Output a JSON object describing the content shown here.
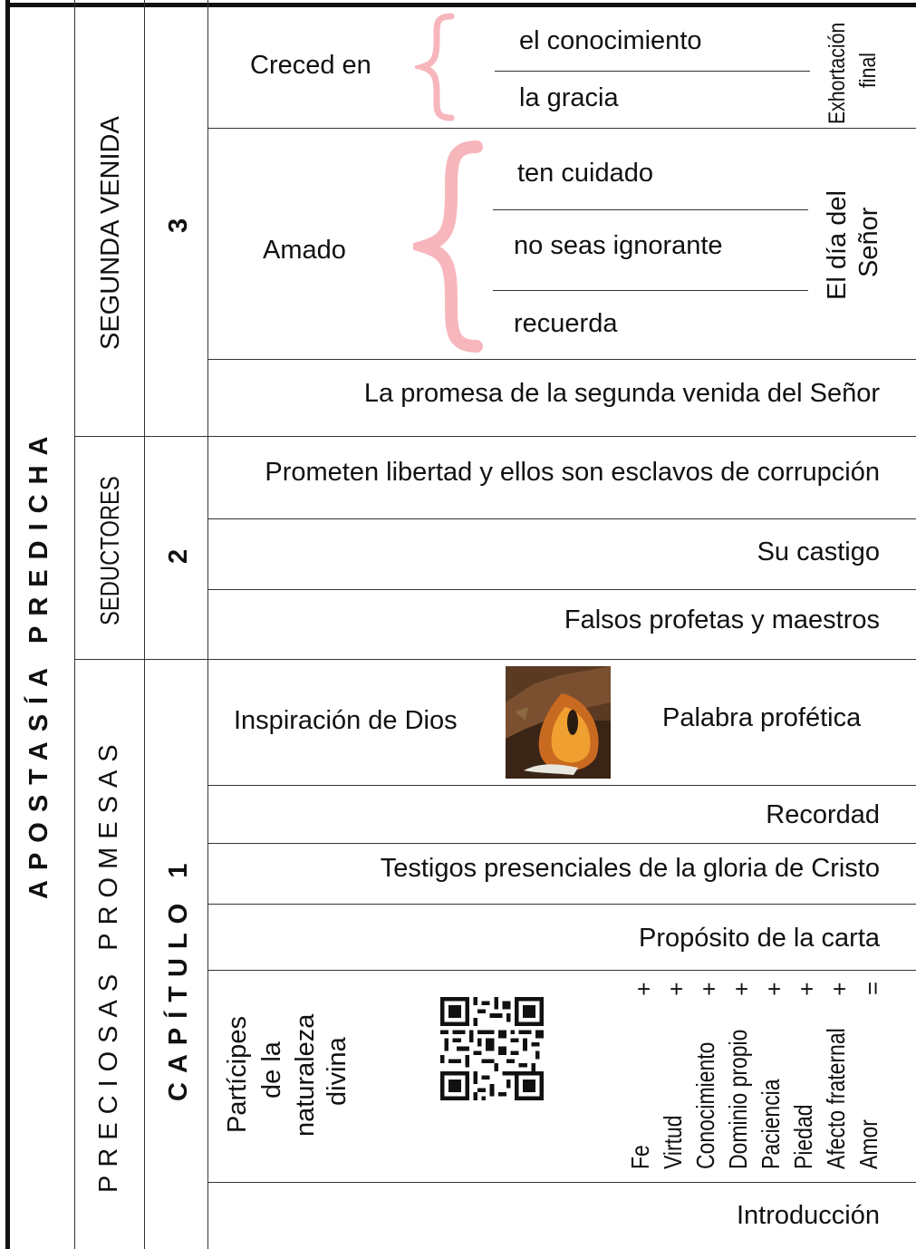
{
  "col1_vertical": {
    "title_apostasia": "APOSTASÍA",
    "title_predicha": "PREDICHA"
  },
  "col2_vertical": {
    "segunda_venida": "SEGUNDA VENIDA",
    "seductores": "SEDUCTORES",
    "preciosas_promesas": "PRECIOSAS PROMESAS"
  },
  "col3_vertical": {
    "cap3": "3",
    "cap2": "2",
    "cap1": "CAPÍTULO 1"
  },
  "chapter3": {
    "creced_en": "Creced en",
    "creced_items": [
      "el conocimiento",
      "la gracia"
    ],
    "exhortacion_line1": "Exhortación",
    "exhortacion_line2": "final",
    "amado": "Amado",
    "amado_items": [
      "ten cuidado",
      "no seas ignorante",
      "recuerda"
    ],
    "dia_line1": "El día del",
    "dia_line2": "Señor",
    "promesa": "La promesa de la segunda venida del Señor"
  },
  "chapter2": {
    "prometen": "Prometen libertad y ellos son esclavos de corrupción",
    "castigo": "Su castigo",
    "falsos": "Falsos profetas y maestros"
  },
  "chapter1": {
    "inspiracion": "Inspiración de Dios",
    "palabra": "Palabra profética",
    "recordad": "Recordad",
    "testigos": "Testigos presenciales de la gloria de Cristo",
    "proposito": "Propósito de la carta",
    "participes_lines": [
      "Partícipes",
      "de la",
      "naturaleza",
      "divina"
    ],
    "virtues": [
      {
        "name": "Fe",
        "op": "+"
      },
      {
        "name": "Virtud",
        "op": "+"
      },
      {
        "name": "Conocimiento",
        "op": "+"
      },
      {
        "name": "Dominio propio",
        "op": "+"
      },
      {
        "name": "Paciencia",
        "op": "+"
      },
      {
        "name": "Piedad",
        "op": "+"
      },
      {
        "name": "Afecto fraternal",
        "op": "+"
      },
      {
        "name": "Amor",
        "op": "="
      }
    ],
    "introduccion": "Introducción"
  },
  "colors": {
    "brace": "#f7b6bc",
    "line": "#333333",
    "lamp_dark": "#3a2416",
    "lamp_glow": "#f0a030"
  }
}
